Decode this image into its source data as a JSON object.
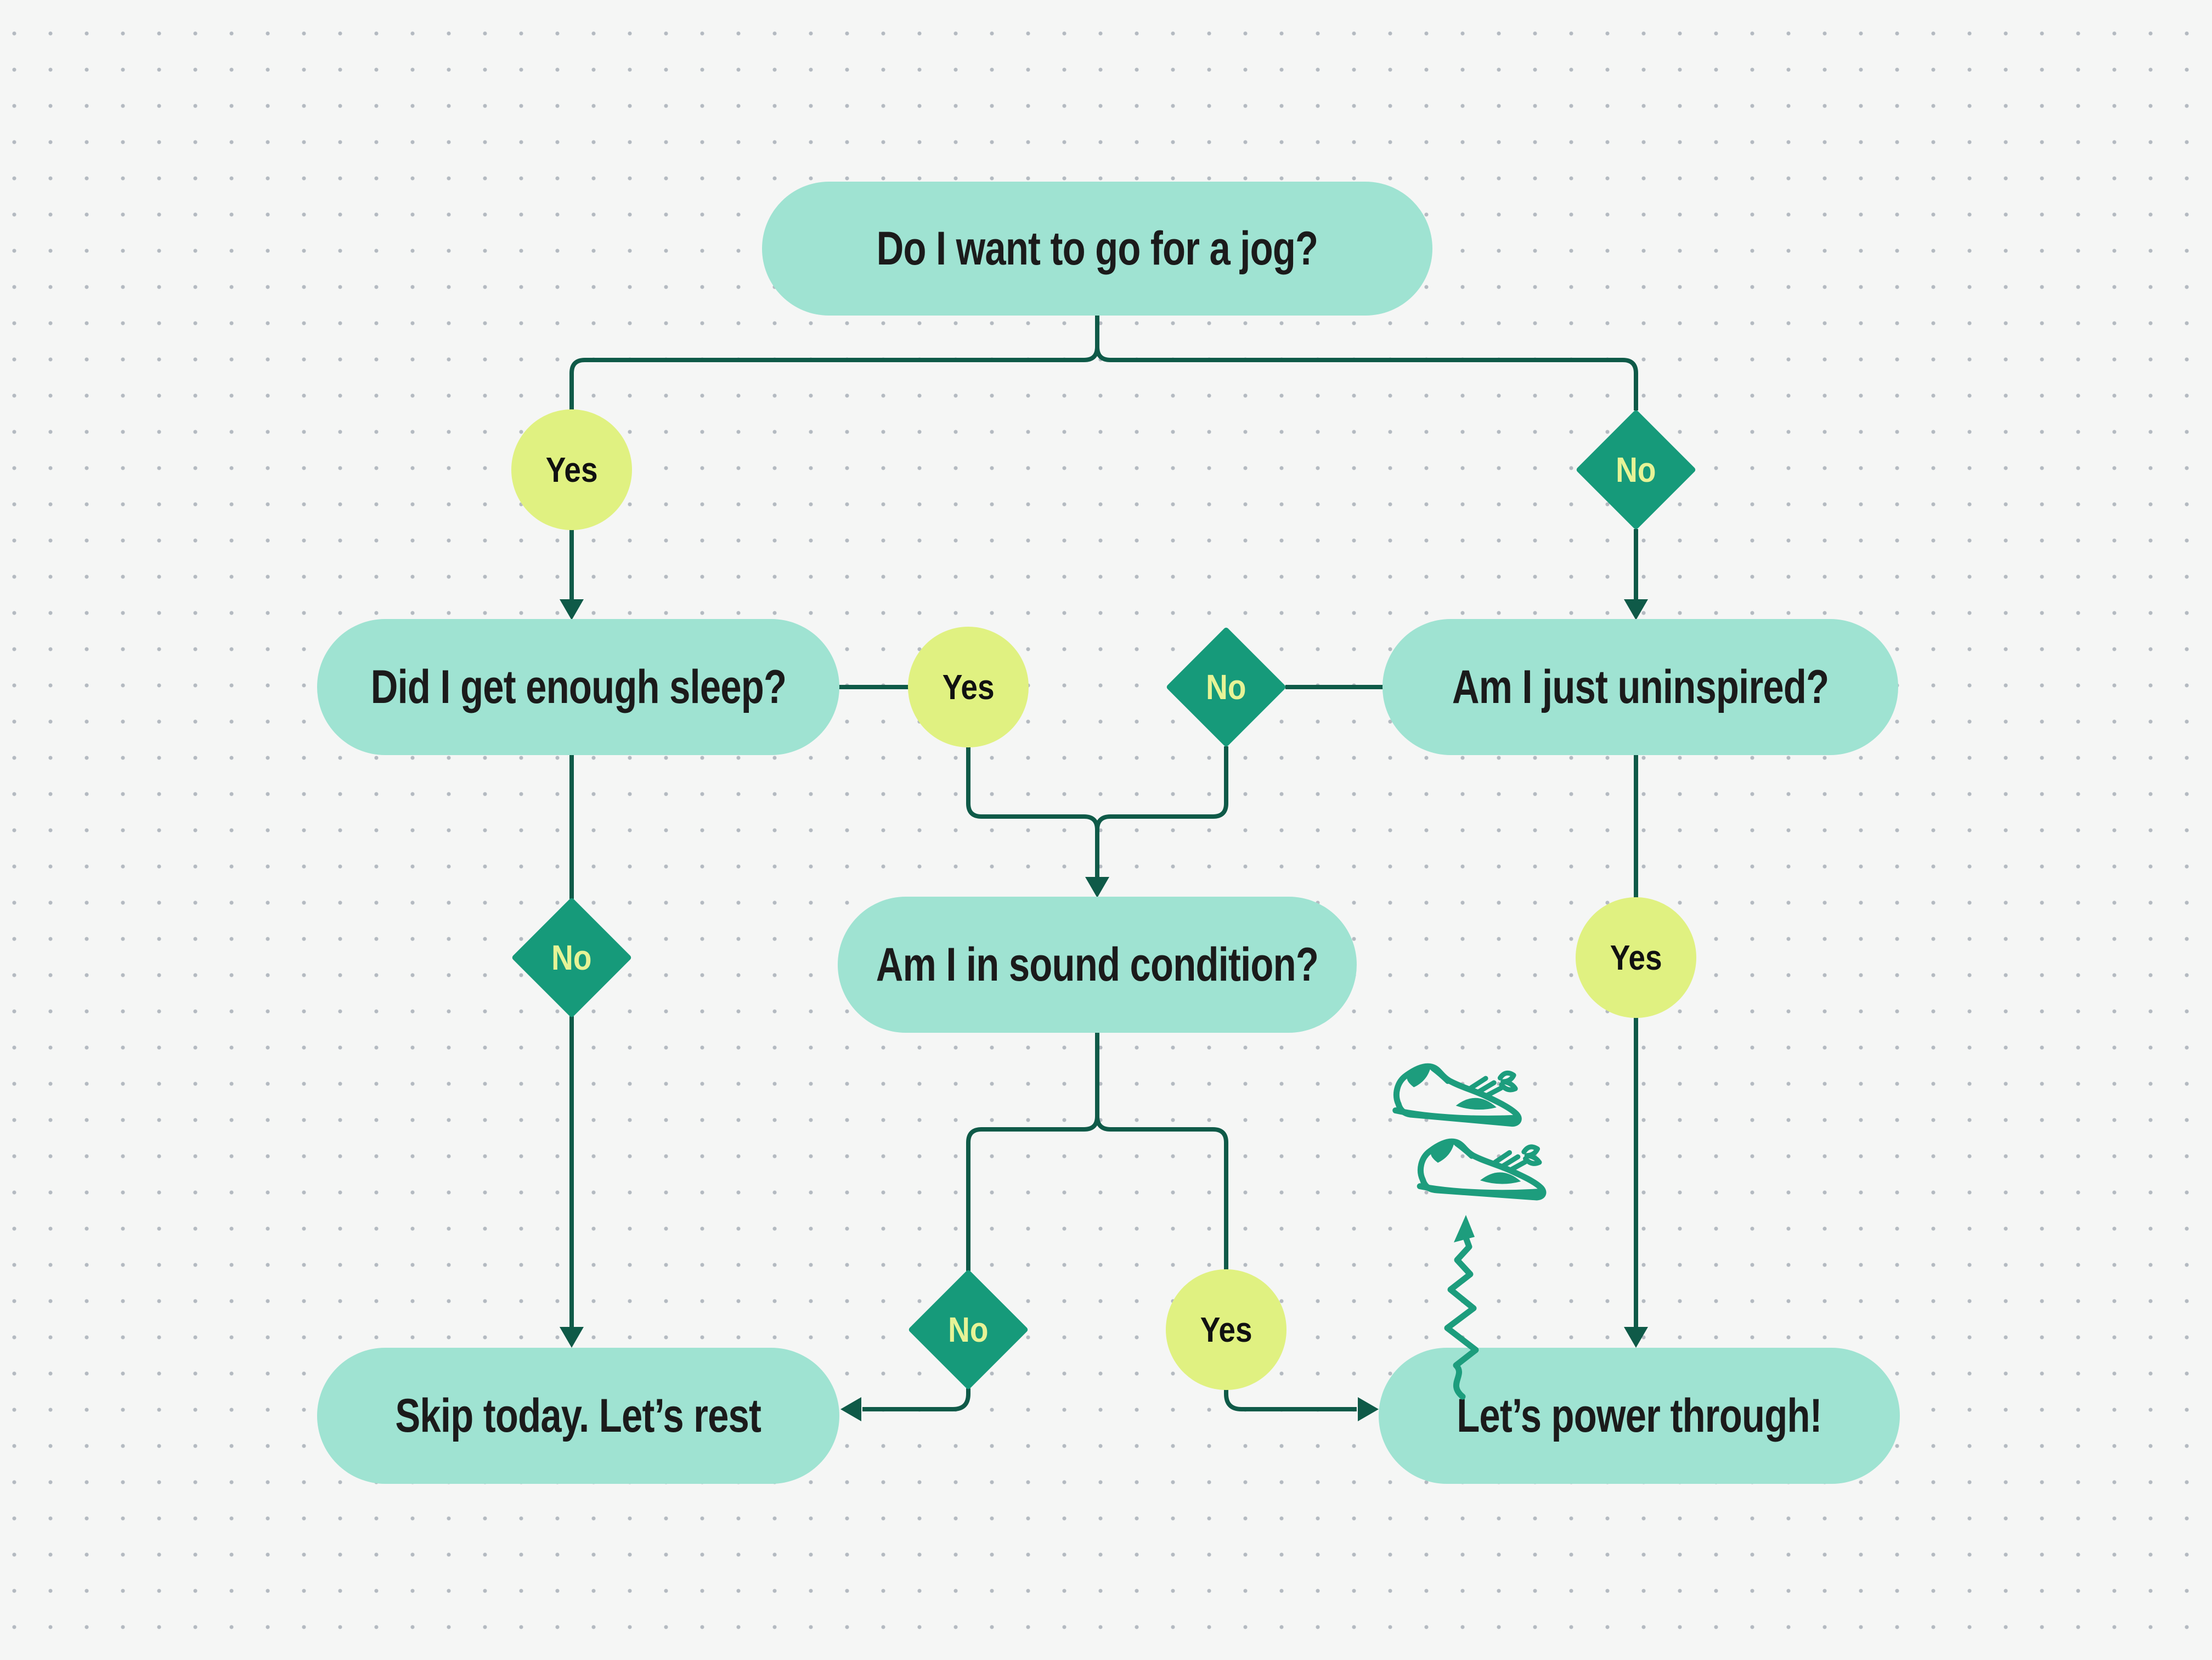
{
  "flowchart": {
    "nodes": {
      "start": "Do I want to go for a jog?",
      "sleep": "Did I get enough sleep?",
      "uninspired": "Am I just uninspired?",
      "condition": "Am I in sound condition?",
      "rest": "Skip today. Let’s rest",
      "power": "Let’s power through!"
    },
    "labels": {
      "start_yes": "Yes",
      "start_no": "No",
      "sleep_yes": "Yes",
      "uninspired_no": "No",
      "sleep_no": "No",
      "uninspired_yes": "Yes",
      "condition_no": "No",
      "condition_yes": "Yes"
    },
    "colors": {
      "background": "#f5f6f5",
      "dot_grid": "#b4bac1",
      "pill_fill": "#9fe3d2",
      "yes_badge_fill": "#e0f181",
      "no_badge_fill": "#169a7a",
      "no_badge_text": "#e6f396",
      "connector": "#0f5a48",
      "doodle": "#1d9d7d",
      "node_text": "#1b1b1b"
    },
    "icons": {
      "sneakers": "sneakers-doodle",
      "squiggle": "squiggle-arrow-icon"
    }
  }
}
